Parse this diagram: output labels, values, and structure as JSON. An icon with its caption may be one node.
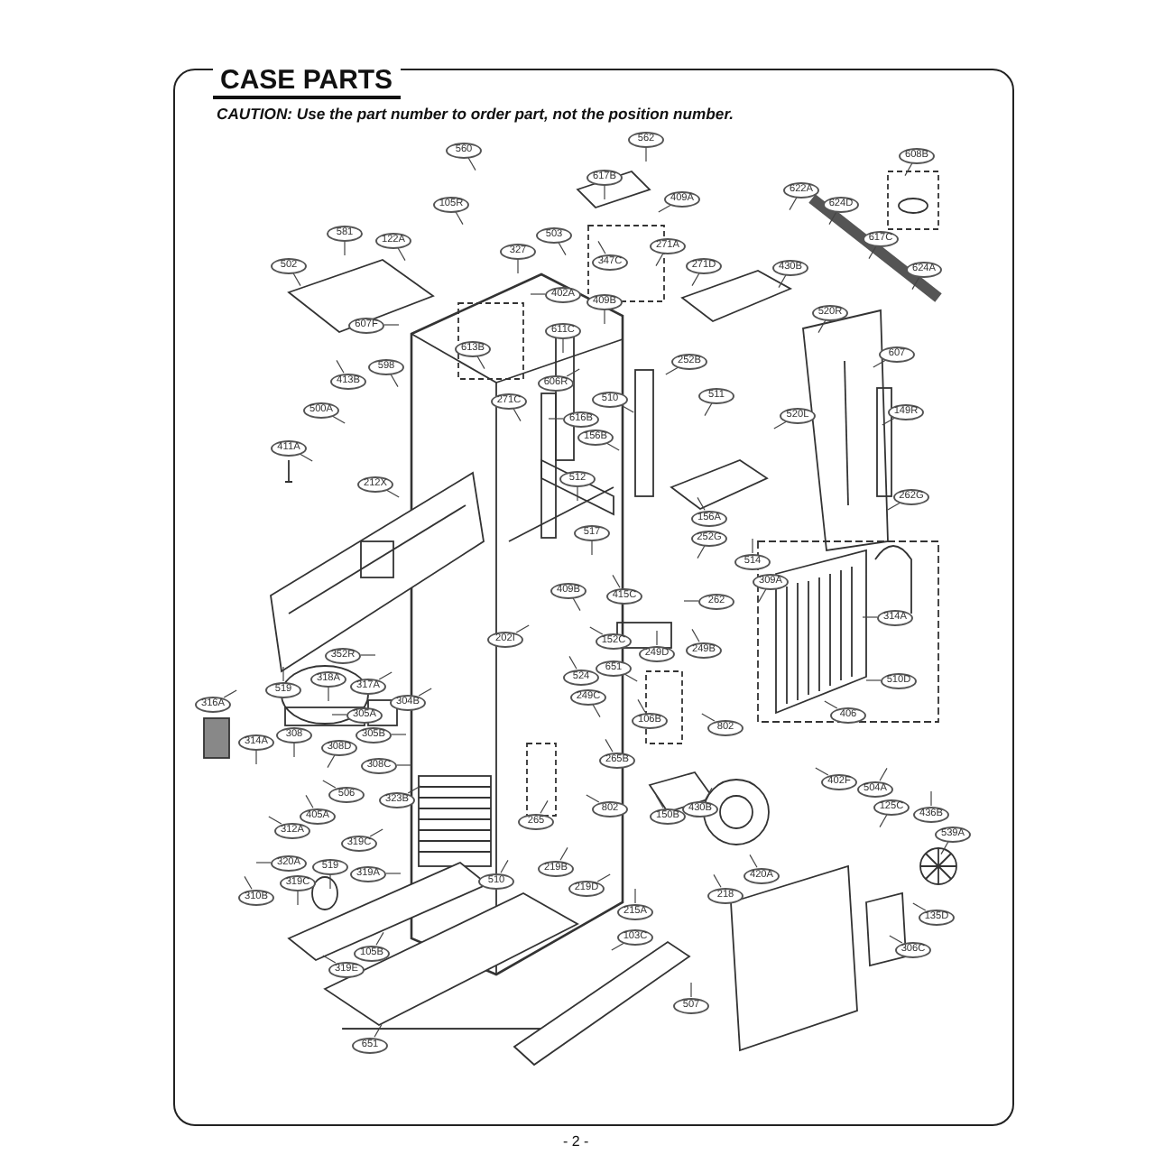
{
  "diagram": {
    "title": "CASE PARTS",
    "nodes": [
      {
        "text": [
          "560"
        ]
      },
      {
        "text": [
          "562"
        ]
      },
      {
        "text": [
          "617B"
        ]
      },
      {
        "text": [
          "608B"
        ]
      },
      {
        "text": [
          "622A"
        ]
      },
      {
        "text": [
          "409A"
        ]
      },
      {
        "text": [
          "105R"
        ]
      },
      {
        "text": [
          "624D"
        ]
      },
      {
        "text": [
          "581"
        ]
      },
      {
        "text": [
          "503"
        ]
      },
      {
        "text": [
          "122A"
        ]
      },
      {
        "text": [
          "617C"
        ]
      },
      {
        "text": [
          "271A"
        ]
      },
      {
        "text": [
          "327"
        ]
      },
      {
        "text": [
          "347C"
        ]
      },
      {
        "text": [
          "502"
        ]
      },
      {
        "text": [
          "271D"
        ]
      },
      {
        "text": [
          "430B"
        ]
      },
      {
        "text": [
          "624A"
        ]
      },
      {
        "text": [
          "402A"
        ]
      },
      {
        "text": [
          "409B"
        ]
      },
      {
        "text": [
          "520R"
        ]
      },
      {
        "text": [
          "607F"
        ]
      },
      {
        "text": [
          "611C"
        ]
      },
      {
        "text": [
          "613B"
        ]
      },
      {
        "text": [
          "607"
        ]
      },
      {
        "text": [
          "252B"
        ]
      },
      {
        "text": [
          "598"
        ]
      },
      {
        "text": [
          "413B"
        ]
      },
      {
        "text": [
          "606R"
        ]
      },
      {
        "text": [
          "511"
        ]
      },
      {
        "text": [
          "510"
        ]
      },
      {
        "text": [
          "271C"
        ]
      },
      {
        "text": [
          "616B"
        ]
      },
      {
        "text": [
          "500A"
        ]
      },
      {
        "text": [
          "149R"
        ]
      },
      {
        "text": [
          "520L"
        ]
      },
      {
        "text": [
          "156B"
        ]
      },
      {
        "text": [
          "411A"
        ]
      },
      {
        "text": [
          "512"
        ]
      },
      {
        "text": [
          "212X"
        ]
      },
      {
        "text": [
          "262G"
        ]
      },
      {
        "text": [
          "156A"
        ]
      },
      {
        "text": [
          "517"
        ]
      },
      {
        "text": [
          "252G"
        ]
      },
      {
        "text": [
          "514"
        ]
      },
      {
        "text": [
          "309A"
        ]
      },
      {
        "text": [
          "409B"
        ]
      },
      {
        "text": [
          "415C"
        ]
      },
      {
        "text": [
          "262"
        ]
      },
      {
        "text": [
          "314A"
        ]
      },
      {
        "text": [
          "202I"
        ]
      },
      {
        "text": [
          "152C"
        ]
      },
      {
        "text": [
          "352R"
        ]
      },
      {
        "text": [
          "249D"
        ]
      },
      {
        "text": [
          "249B"
        ]
      },
      {
        "text": [
          "651"
        ]
      },
      {
        "text": [
          "524"
        ]
      },
      {
        "text": [
          "318A"
        ]
      },
      {
        "text": [
          "510D"
        ]
      },
      {
        "text": [
          "317A"
        ]
      },
      {
        "text": [
          "519"
        ]
      },
      {
        "text": [
          "249C"
        ]
      },
      {
        "text": [
          "304B"
        ]
      },
      {
        "text": [
          "316A"
        ]
      },
      {
        "text": [
          "305A"
        ]
      },
      {
        "text": [
          "406"
        ]
      },
      {
        "text": [
          "106B"
        ]
      },
      {
        "text": [
          "802"
        ]
      },
      {
        "text": [
          "305B"
        ]
      },
      {
        "text": [
          "308"
        ]
      },
      {
        "text": [
          "314A"
        ]
      },
      {
        "text": [
          "308D"
        ]
      },
      {
        "text": [
          "265B"
        ]
      },
      {
        "text": [
          "308C"
        ]
      },
      {
        "text": [
          "402F"
        ]
      },
      {
        "text": [
          "504A"
        ]
      },
      {
        "text": [
          "506"
        ]
      },
      {
        "text": [
          "323B"
        ]
      },
      {
        "text": [
          "125C"
        ]
      },
      {
        "text": [
          "802"
        ]
      },
      {
        "text": [
          "430B"
        ]
      },
      {
        "text": [
          "436B"
        ]
      },
      {
        "text": [
          "405A"
        ]
      },
      {
        "text": [
          "150B"
        ]
      },
      {
        "text": [
          "265"
        ]
      },
      {
        "text": [
          "312A"
        ]
      },
      {
        "text": [
          "539A"
        ]
      },
      {
        "text": [
          "319C"
        ]
      },
      {
        "text": [
          "519"
        ]
      },
      {
        "text": [
          "320A"
        ]
      },
      {
        "text": [
          "219B"
        ]
      },
      {
        "text": [
          "319A"
        ]
      },
      {
        "text": [
          "420A"
        ]
      },
      {
        "text": [
          "319C"
        ]
      },
      {
        "text": [
          "219D"
        ]
      },
      {
        "text": [
          "310B"
        ]
      },
      {
        "text": [
          "510"
        ]
      },
      {
        "text": [
          "218"
        ]
      },
      {
        "text": [
          "215A"
        ]
      },
      {
        "text": [
          "135D"
        ]
      },
      {
        "text": [
          "103C"
        ]
      },
      {
        "text": [
          "306C"
        ]
      },
      {
        "text": [
          "105B"
        ]
      },
      {
        "text": [
          "319E"
        ]
      },
      {
        "text": [
          "507"
        ]
      },
      {
        "text": [
          "651"
        ]
      }
    ],
    "edges": [
      {
        "from": 0,
        "to": null,
        "arrow": "none"
      },
      {
        "from": 1,
        "to": null,
        "arrow": "none"
      },
      {
        "from": 2,
        "to": null,
        "arrow": "none"
      },
      {
        "from": 3,
        "to": null,
        "arrow": "none"
      },
      {
        "from": 4,
        "to": null,
        "arrow": "none"
      },
      {
        "from": 5,
        "to": null,
        "arrow": "none"
      },
      {
        "from": 6,
        "to": null,
        "arrow": "none"
      },
      {
        "from": 7,
        "to": null,
        "arrow": "none"
      },
      {
        "from": 8,
        "to": null,
        "arrow": "none"
      },
      {
        "from": 9,
        "to": null,
        "arrow": "none"
      },
      {
        "from": 10,
        "to": null,
        "arrow": "none"
      },
      {
        "from": 11,
        "to": null,
        "arrow": "none"
      },
      {
        "from": 12,
        "to": null,
        "arrow": "none"
      },
      {
        "from": 13,
        "to": null,
        "arrow": "none"
      },
      {
        "from": 14,
        "to": null,
        "arrow": "none"
      },
      {
        "from": 15,
        "to": null,
        "arrow": "none"
      },
      {
        "from": 16,
        "to": null,
        "arrow": "none"
      },
      {
        "from": 17,
        "to": null,
        "arrow": "none"
      },
      {
        "from": 18,
        "to": null,
        "arrow": "none"
      },
      {
        "from": 19,
        "to": null,
        "arrow": "none"
      },
      {
        "from": 20,
        "to": null,
        "arrow": "none"
      },
      {
        "from": 21,
        "to": null,
        "arrow": "none"
      },
      {
        "from": 22,
        "to": null,
        "arrow": "none"
      },
      {
        "from": 23,
        "to": null,
        "arrow": "none"
      },
      {
        "from": 24,
        "to": null,
        "arrow": "none"
      },
      {
        "from": 25,
        "to": null,
        "arrow": "none"
      },
      {
        "from": 26,
        "to": null,
        "arrow": "none"
      },
      {
        "from": 27,
        "to": null,
        "arrow": "none"
      },
      {
        "from": 28,
        "to": null,
        "arrow": "none"
      },
      {
        "from": 29,
        "to": null,
        "arrow": "none"
      },
      {
        "from": 30,
        "to": null,
        "arrow": "none"
      },
      {
        "from": 31,
        "to": null,
        "arrow": "none"
      },
      {
        "from": 32,
        "to": null,
        "arrow": "none"
      },
      {
        "from": 33,
        "to": null,
        "arrow": "none"
      },
      {
        "from": 34,
        "to": null,
        "arrow": "none"
      },
      {
        "from": 35,
        "to": null,
        "arrow": "none"
      },
      {
        "from": 36,
        "to": null,
        "arrow": "none"
      },
      {
        "from": 37,
        "to": null,
        "arrow": "none"
      },
      {
        "from": 38,
        "to": null,
        "arrow": "none"
      },
      {
        "from": 39,
        "to": null,
        "arrow": "none"
      },
      {
        "from": 40,
        "to": null,
        "arrow": "none"
      },
      {
        "from": 41,
        "to": null,
        "arrow": "none"
      },
      {
        "from": 42,
        "to": null,
        "arrow": "none"
      },
      {
        "from": 43,
        "to": null,
        "arrow": "none"
      },
      {
        "from": 44,
        "to": null,
        "arrow": "none"
      },
      {
        "from": 45,
        "to": null,
        "arrow": "none"
      },
      {
        "from": 46,
        "to": null,
        "arrow": "none"
      },
      {
        "from": 47,
        "to": null,
        "arrow": "none"
      },
      {
        "from": 48,
        "to": null,
        "arrow": "none"
      },
      {
        "from": 49,
        "to": null,
        "arrow": "none"
      },
      {
        "from": 50,
        "to": null,
        "arrow": "none"
      },
      {
        "from": 51,
        "to": null,
        "arrow": "none"
      },
      {
        "from": 52,
        "to": null,
        "arrow": "none"
      },
      {
        "from": 53,
        "to": null,
        "arrow": "none"
      },
      {
        "from": 54,
        "to": null,
        "arrow": "none"
      },
      {
        "from": 55,
        "to": null,
        "arrow": "none"
      },
      {
        "from": 56,
        "to": null,
        "arrow": "none"
      },
      {
        "from": 57,
        "to": null,
        "arrow": "none"
      },
      {
        "from": 58,
        "to": null,
        "arrow": "none"
      },
      {
        "from": 59,
        "to": null,
        "arrow": "none"
      },
      {
        "from": 60,
        "to": null,
        "arrow": "none"
      },
      {
        "from": 61,
        "to": null,
        "arrow": "none"
      },
      {
        "from": 62,
        "to": null,
        "arrow": "none"
      },
      {
        "from": 63,
        "to": null,
        "arrow": "none"
      },
      {
        "from": 64,
        "to": null,
        "arrow": "none"
      },
      {
        "from": 65,
        "to": null,
        "arrow": "none"
      },
      {
        "from": 66,
        "to": null,
        "arrow": "none"
      },
      {
        "from": 67,
        "to": null,
        "arrow": "none"
      },
      {
        "from": 68,
        "to": null,
        "arrow": "none"
      },
      {
        "from": 69,
        "to": null,
        "arrow": "none"
      },
      {
        "from": 70,
        "to": null,
        "arrow": "none"
      },
      {
        "from": 71,
        "to": null,
        "arrow": "none"
      },
      {
        "from": 72,
        "to": null,
        "arrow": "none"
      },
      {
        "from": 73,
        "to": null,
        "arrow": "none"
      },
      {
        "from": 74,
        "to": null,
        "arrow": "none"
      },
      {
        "from": 75,
        "to": null,
        "arrow": "none"
      },
      {
        "from": 76,
        "to": null,
        "arrow": "none"
      },
      {
        "from": 77,
        "to": null,
        "arrow": "none"
      },
      {
        "from": 78,
        "to": null,
        "arrow": "none"
      },
      {
        "from": 79,
        "to": null,
        "arrow": "none"
      },
      {
        "from": 80,
        "to": null,
        "arrow": "none"
      },
      {
        "from": 81,
        "to": null,
        "arrow": "none"
      },
      {
        "from": 82,
        "to": null,
        "arrow": "none"
      },
      {
        "from": 83,
        "to": null,
        "arrow": "none"
      },
      {
        "from": 84,
        "to": null,
        "arrow": "none"
      },
      {
        "from": 85,
        "to": null,
        "arrow": "none"
      },
      {
        "from": 86,
        "to": null,
        "arrow": "none"
      },
      {
        "from": 87,
        "to": null,
        "arrow": "none"
      },
      {
        "from": 88,
        "to": null,
        "arrow": "none"
      },
      {
        "from": 89,
        "to": null,
        "arrow": "none"
      },
      {
        "from": 90,
        "to": null,
        "arrow": "none"
      },
      {
        "from": 91,
        "to": null,
        "arrow": "none"
      },
      {
        "from": 92,
        "to": null,
        "arrow": "none"
      },
      {
        "from": 93,
        "to": null,
        "arrow": "none"
      },
      {
        "from": 94,
        "to": null,
        "arrow": "none"
      },
      {
        "from": 95,
        "to": null,
        "arrow": "none"
      },
      {
        "from": 96,
        "to": null,
        "arrow": "none"
      },
      {
        "from": 97,
        "to": null,
        "arrow": "none"
      },
      {
        "from": 98,
        "to": null,
        "arrow": "none"
      },
      {
        "from": 99,
        "to": null,
        "arrow": "none"
      },
      {
        "from": 100,
        "to": null,
        "arrow": "none"
      },
      {
        "from": 101,
        "to": null,
        "arrow": "none"
      },
      {
        "from": 102,
        "to": null,
        "arrow": "none"
      },
      {
        "from": 103,
        "to": null,
        "arrow": "none"
      },
      {
        "from": 104,
        "to": null,
        "arrow": "none"
      },
      {
        "from": 105,
        "to": null,
        "arrow": "none"
      },
      {
        "from": 106,
        "to": null,
        "arrow": "none"
      }
    ],
    "labels": [
      "CAUTION: Use the part number to order part, not the position number.",
      "- 2 -"
    ]
  }
}
